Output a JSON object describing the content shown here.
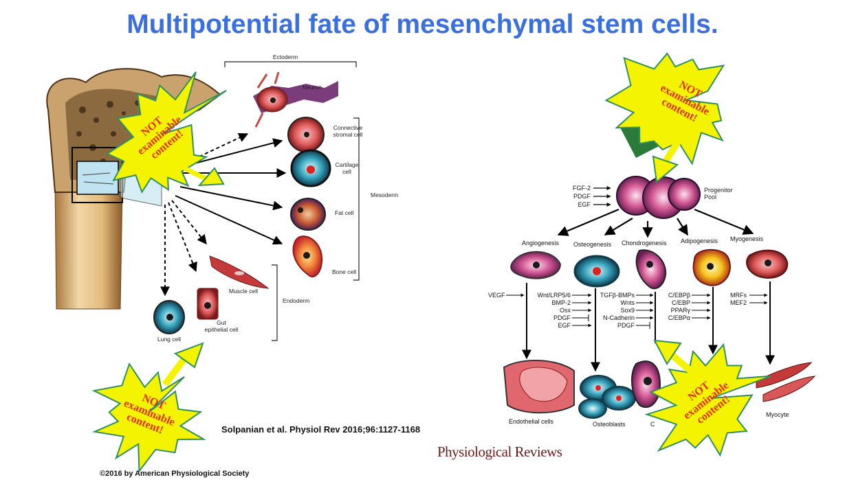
{
  "title": "Multipotential fate of mesenchymal stem cells.",
  "left_diagram": {
    "ectoderm": "Ectoderm",
    "mesoderm": "Mesoderm",
    "endoderm": "Endoderm",
    "neuron": "Neuron",
    "connective": "Connective\nstromal cell",
    "cartilage": "Cartilage\ncell",
    "fat": "Fat cell",
    "bone": "Bone cell",
    "muscle": "Muscle cell",
    "gut": "Gut\nepithelial cell",
    "lung": "Lung cell"
  },
  "right_diagram": {
    "progenitor": "Progenitor\nPool",
    "growth_factors": [
      "FGF-2",
      "PDGF",
      "EGF"
    ],
    "lineages": [
      "Angiogenesis",
      "Osteogenesis",
      "Chondrogenesis",
      "Adipogenesis",
      "Myogenesis"
    ],
    "vegf": "VEGF",
    "osteo_factors": [
      "Wnt/LRP5/6",
      "BMP-2",
      "Osx",
      "PDGF",
      "EGF"
    ],
    "chondro_factors": [
      "TGFβ-BMPs",
      "Wnts",
      "Sox9",
      "N-Cadherin",
      "PDGF"
    ],
    "adipo_factors": [
      "C/EBPβ",
      "C/EBP",
      "PPARγ",
      "C/EBPα"
    ],
    "myo_factors": [
      "MRFs",
      "MEF2"
    ],
    "endothelial": "Endothelial cells",
    "osteoblasts": "Osteoblasts",
    "chondro_partial": "C",
    "myocyte": "Myocyte"
  },
  "bursts": {
    "text": "NOT\nexaminable\ncontent!",
    "fill": "#f4f400",
    "stroke": "#2f8f5f",
    "text_color": "#e53010"
  },
  "citation": "Solpanian et al. Physiol Rev 2016;96:1127-1168",
  "citation_partial": "...",
  "journal": "Physiological Reviews",
  "copyright": "©2016 by American Physiological Society",
  "colors": {
    "title": "#3a6fe0"
  }
}
